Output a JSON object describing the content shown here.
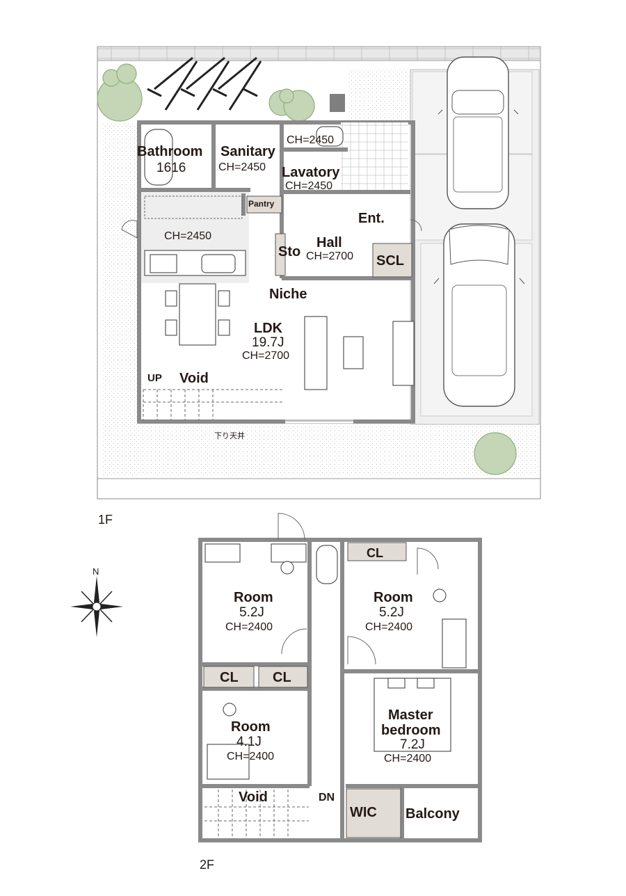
{
  "floor1": {
    "label": "1F",
    "bathroom": {
      "name": "Bathroom",
      "size": "1616"
    },
    "sanitary": {
      "name": "Sanitary",
      "ch": "CH=2450"
    },
    "toilet": {
      "ch": "CH=2450"
    },
    "lavatory": {
      "name": "Lavatory",
      "ch": "CH=2450"
    },
    "kitchen": {
      "ch": "CH=2450"
    },
    "pantry": {
      "name": "Pantry"
    },
    "entrance": {
      "name": "Ent."
    },
    "storage": {
      "name": "Sto"
    },
    "hall": {
      "name": "Hall",
      "ch": "CH=2700"
    },
    "scl": {
      "name": "SCL"
    },
    "niche": {
      "name": "Niche"
    },
    "ldk": {
      "name": "LDK",
      "size": "19.7J",
      "ch": "CH=2700"
    },
    "up": {
      "name": "UP"
    },
    "void": {
      "name": "Void"
    },
    "ceiling_note": {
      "name": "下り天井"
    }
  },
  "floor2": {
    "label": "2F",
    "room_nw": {
      "name": "Room",
      "size": "5.2J",
      "ch": "CH=2400"
    },
    "room_ne": {
      "name": "Room",
      "size": "5.2J",
      "ch": "CH=2400"
    },
    "room_sw": {
      "name": "Room",
      "size": "4.1J",
      "ch": "CH=2400"
    },
    "master": {
      "name1": "Master",
      "name2": "bedroom",
      "size": "7.2J",
      "ch": "CH=2400"
    },
    "cl_top": {
      "name": "CL"
    },
    "cl_left": {
      "name": "CL"
    },
    "cl_right": {
      "name": "CL"
    },
    "void": {
      "name": "Void"
    },
    "dn": {
      "name": "DN"
    },
    "wic": {
      "name": "WIC"
    },
    "balcony": {
      "name": "Balcony"
    }
  },
  "compass": {
    "north": "N"
  },
  "colors": {
    "wall": "#8a8a8a",
    "storage": "#e2dcd6",
    "text": "#231815",
    "tree": "#b9cfa9"
  }
}
